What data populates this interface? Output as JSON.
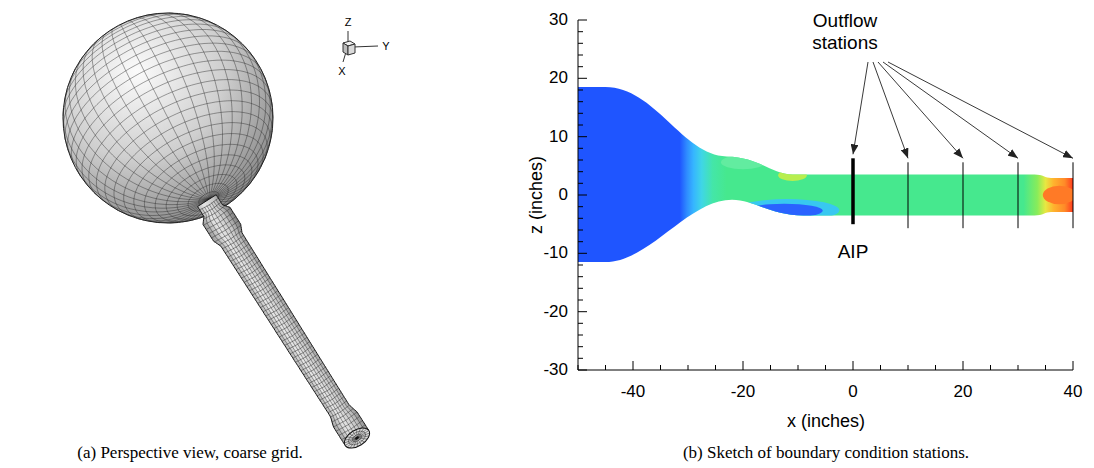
{
  "diagram": {
    "labels": [
      "Z",
      "Y",
      "X",
      "(a) Perspective view, coarse grid.",
      "30",
      "20",
      "10",
      "0",
      "-10",
      "-20",
      "-30",
      "-40",
      "-20",
      "0",
      "20",
      "40",
      "z (inches)",
      "x (inches)",
      "Outflow stations",
      "AIP",
      "(b) Sketch of boundary condition stations."
    ]
  }
}
